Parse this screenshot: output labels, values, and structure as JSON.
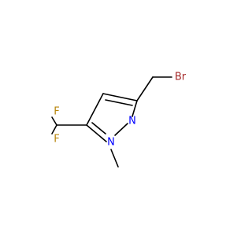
{
  "molecule": {
    "atoms": {
      "br": "Br",
      "n1": "N",
      "n2": "N",
      "f1": "F",
      "f2": "F"
    },
    "colors": {
      "bond": "#000000",
      "bromine": "#a52a2a",
      "nitrogen": "#0000ff",
      "fluorine": "#b8860b"
    }
  }
}
